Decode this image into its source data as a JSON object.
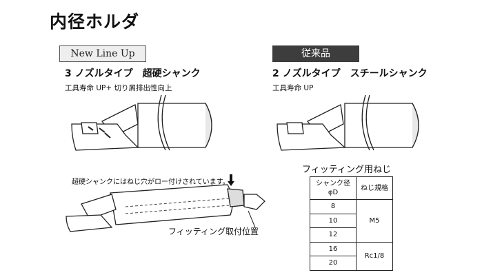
{
  "page_title": "内径ホルダ",
  "left": {
    "tag": "New Line Up",
    "heading": "3 ノズルタイプ　超硬シャンク",
    "feature": "工具寿命 UP+ 切り屑排出性向上",
    "note": "超硬シャンクにはねじ穴がロー付けされています。",
    "fitting_label": "フィッティング取付位置"
  },
  "right": {
    "tag": "従来品",
    "heading": "2 ノズルタイプ　スチールシャンク",
    "feature": "工具寿命 UP"
  },
  "fitting_table": {
    "title": "フィッティング用ねじ",
    "header_diameter_line1": "シャンク径",
    "header_diameter_line2": "φD",
    "header_thread": "ねじ規格",
    "rows": [
      {
        "diameter": "8"
      },
      {
        "diameter": "10"
      },
      {
        "diameter": "12"
      },
      {
        "diameter": "16"
      },
      {
        "diameter": "20"
      }
    ],
    "thread_group_1": "M5",
    "thread_group_2": "Rc1/8"
  }
}
